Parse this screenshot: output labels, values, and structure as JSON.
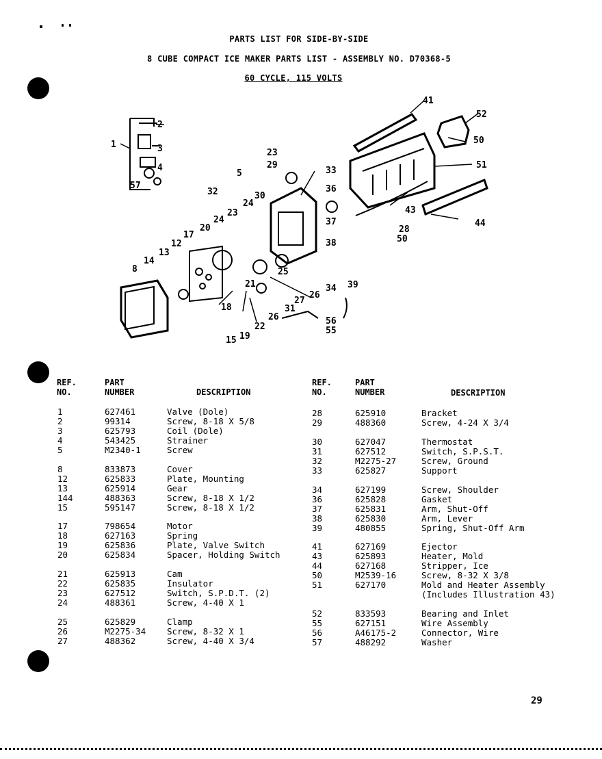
{
  "header": {
    "line1": "PARTS LIST FOR SIDE-BY-SIDE",
    "line2": "8 CUBE COMPACT ICE MAKER PARTS LIST - ASSEMBLY NO. D70368-5",
    "line3": "60 CYCLE, 115 VOLTS"
  },
  "diagram": {
    "callouts": [
      "1",
      "2",
      "3",
      "4",
      "57",
      "5",
      "8",
      "12",
      "13",
      "14",
      "15",
      "17",
      "18",
      "19",
      "20",
      "21",
      "22",
      "23",
      "23",
      "24",
      "24",
      "25",
      "26",
      "26",
      "27",
      "28",
      "29",
      "30",
      "31",
      "32",
      "33",
      "34",
      "36",
      "37",
      "38",
      "39",
      "41",
      "43",
      "44",
      "50",
      "50",
      "51",
      "52",
      "55",
      "56"
    ]
  },
  "table": {
    "headers": {
      "ref": "REF.\nNO.",
      "part": "PART\nNUMBER",
      "desc": "DESCRIPTION"
    },
    "left": [
      {
        "ref": "1",
        "part": "627461",
        "desc": "Valve (Dole)"
      },
      {
        "ref": "2",
        "part": "99314",
        "desc": "Screw, 8-18 X 5/8"
      },
      {
        "ref": "3",
        "part": "625793",
        "desc": "Coil (Dole)"
      },
      {
        "ref": "4",
        "part": "543425",
        "desc": "Strainer"
      },
      {
        "ref": "5",
        "part": "M2340-1",
        "desc": "Screw"
      },
      {
        "ref": "8",
        "part": "833873",
        "desc": "Cover"
      },
      {
        "ref": "12",
        "part": "625833",
        "desc": "Plate, Mounting"
      },
      {
        "ref": "13",
        "part": "625914",
        "desc": "Gear"
      },
      {
        "ref": "144",
        "part": "488363",
        "desc": "Screw, 8-18 X 1/2"
      },
      {
        "ref": "15",
        "part": "595147",
        "desc": "Screw, 8-18 X 1/2"
      },
      {
        "ref": "17",
        "part": "798654",
        "desc": "Motor"
      },
      {
        "ref": "18",
        "part": "627163",
        "desc": "Spring"
      },
      {
        "ref": "19",
        "part": "625836",
        "desc": "Plate, Valve Switch"
      },
      {
        "ref": "20",
        "part": "625834",
        "desc": "Spacer, Holding Switch"
      },
      {
        "ref": "21",
        "part": "625913",
        "desc": "Cam"
      },
      {
        "ref": "22",
        "part": "625835",
        "desc": "Insulator"
      },
      {
        "ref": "23",
        "part": "627512",
        "desc": "Switch, S.P.D.T. (2)"
      },
      {
        "ref": "24",
        "part": "488361",
        "desc": "Screw, 4-40 X 1"
      },
      {
        "ref": "25",
        "part": "625829",
        "desc": "Clamp"
      },
      {
        "ref": "26",
        "part": "M2275-34",
        "desc": "Screw, 8-32 X 1"
      },
      {
        "ref": "27",
        "part": "488362",
        "desc": "Screw, 4-40 X 3/4"
      }
    ],
    "right": [
      {
        "ref": "28",
        "part": "625910",
        "desc": "Bracket"
      },
      {
        "ref": "29",
        "part": "488360",
        "desc": "Screw, 4-24 X 3/4"
      },
      {
        "ref": "30",
        "part": "627047",
        "desc": "Thermostat"
      },
      {
        "ref": "31",
        "part": "627512",
        "desc": "Switch, S.P.S.T."
      },
      {
        "ref": "32",
        "part": "M2275-27",
        "desc": "Screw, Ground"
      },
      {
        "ref": "33",
        "part": "625827",
        "desc": "Support"
      },
      {
        "ref": "34",
        "part": "627199",
        "desc": "Screw, Shoulder"
      },
      {
        "ref": "36",
        "part": "625828",
        "desc": "Gasket"
      },
      {
        "ref": "37",
        "part": "625831",
        "desc": "Arm, Shut-Off"
      },
      {
        "ref": "38",
        "part": "625830",
        "desc": "Arm, Lever"
      },
      {
        "ref": "39",
        "part": "480855",
        "desc": "Spring, Shut-Off Arm"
      },
      {
        "ref": "41",
        "part": "627169",
        "desc": "Ejector"
      },
      {
        "ref": "43",
        "part": "625893",
        "desc": "Heater, Mold"
      },
      {
        "ref": "44",
        "part": "627168",
        "desc": "Stripper, Ice"
      },
      {
        "ref": "50",
        "part": "M2539-16",
        "desc": "Screw, 8-32 X 3/8"
      },
      {
        "ref": "51",
        "part": "627170",
        "desc": "Mold and Heater Assembly"
      },
      {
        "ref": "",
        "part": "",
        "desc": "(Includes Illustration 43)"
      },
      {
        "ref": "52",
        "part": "833593",
        "desc": "Bearing and Inlet"
      },
      {
        "ref": "55",
        "part": "627151",
        "desc": "Wire Assembly"
      },
      {
        "ref": "56",
        "part": "A46175-2",
        "desc": "Connector, Wire"
      },
      {
        "ref": "57",
        "part": "488292",
        "desc": "Washer"
      }
    ]
  },
  "page_number": "29"
}
